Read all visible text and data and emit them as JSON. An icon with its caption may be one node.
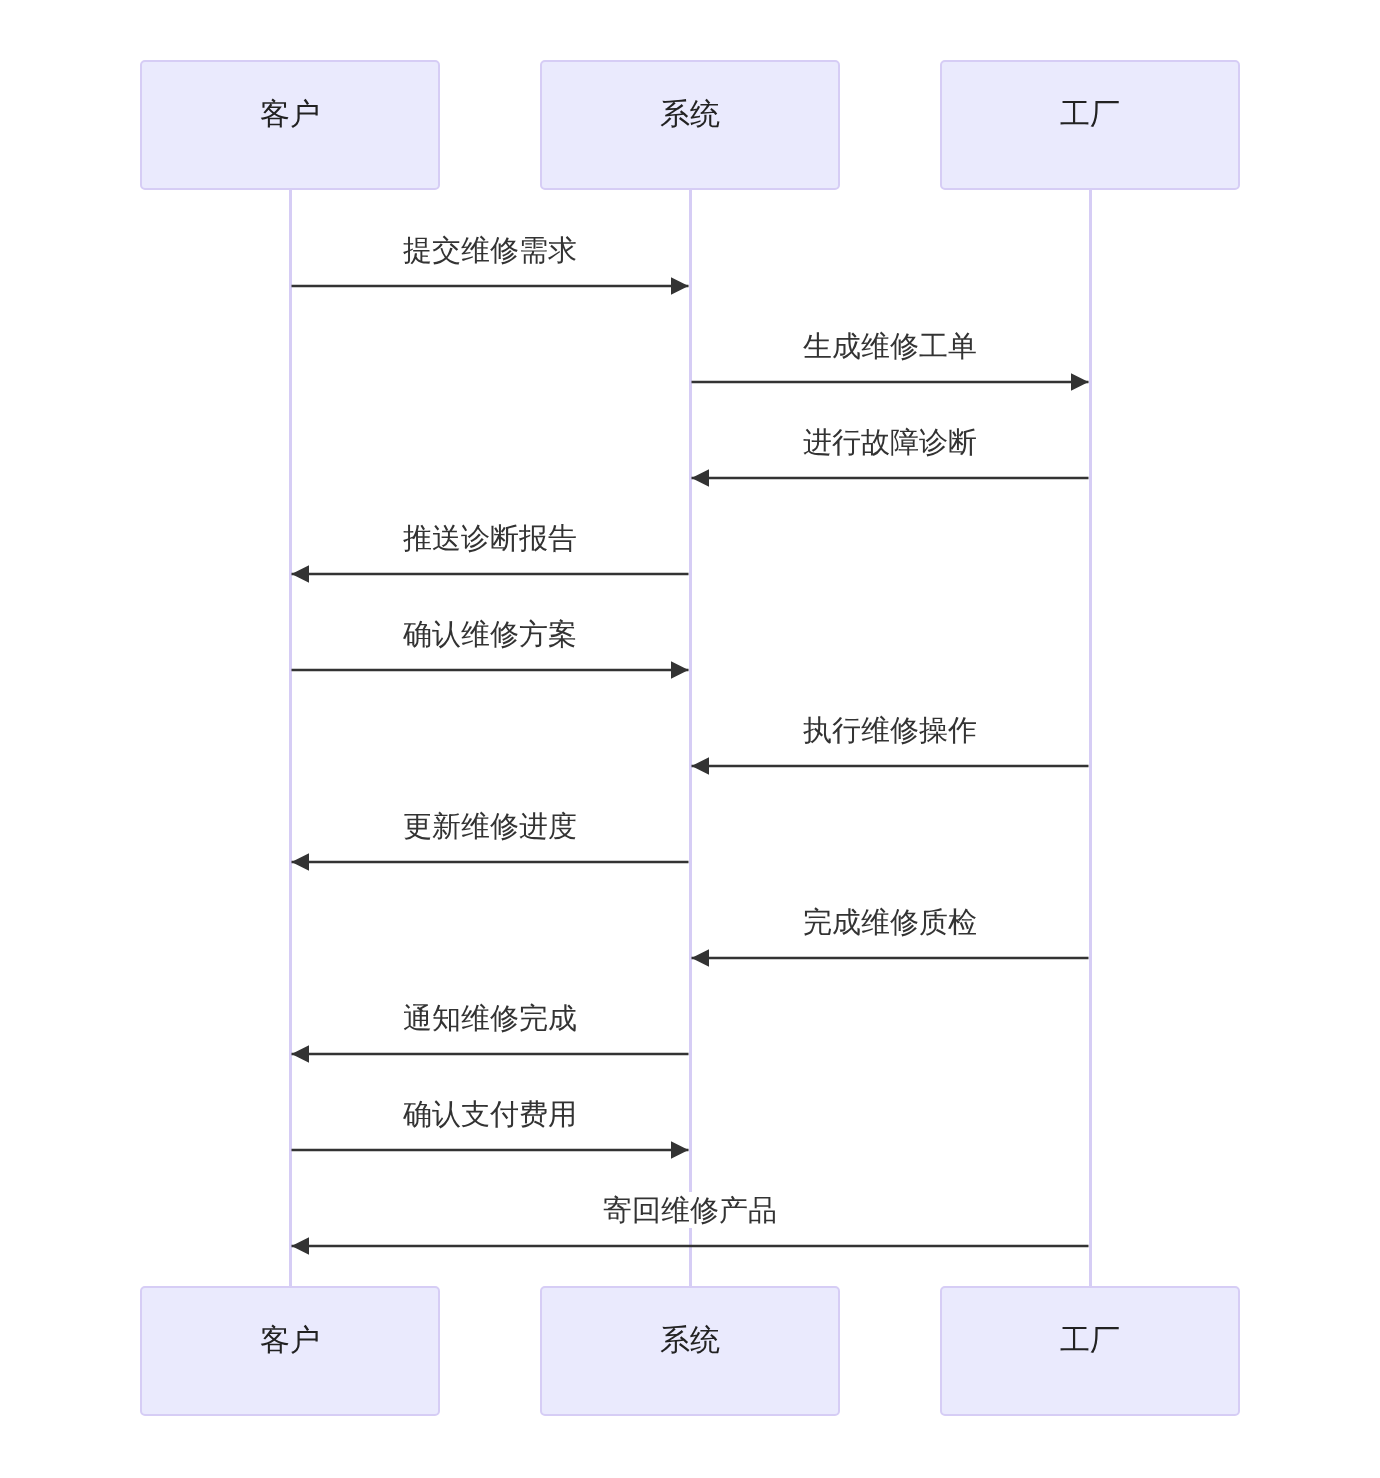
{
  "diagram": {
    "nodes": [
      {
        "text": [
          "客户"
        ]
      },
      {
        "text": [
          "系统"
        ]
      },
      {
        "text": [
          "工厂"
        ]
      },
      {
        "text": [
          "客户"
        ]
      },
      {
        "text": [
          "系统"
        ]
      },
      {
        "text": [
          "工厂"
        ]
      },
      {
        "text": [],
        "shape": "bar"
      },
      {
        "text": [],
        "shape": "bar"
      },
      {
        "text": [],
        "shape": "bar"
      }
    ],
    "edges": [
      {
        "from": 6,
        "to": 7,
        "arrow": "to",
        "label": "提交维修需求"
      },
      {
        "from": 7,
        "to": 8,
        "arrow": "to",
        "label": "生成维修工单"
      },
      {
        "from": 8,
        "to": 7,
        "arrow": "to",
        "label": "进行故障诊断"
      },
      {
        "from": 7,
        "to": 6,
        "arrow": "to",
        "label": "推送诊断报告"
      },
      {
        "from": 6,
        "to": 7,
        "arrow": "to",
        "label": "确认维修方案"
      },
      {
        "from": 8,
        "to": 7,
        "arrow": "to",
        "label": "执行维修操作"
      },
      {
        "from": 7,
        "to": 6,
        "arrow": "to",
        "label": "更新维修进度"
      },
      {
        "from": 8,
        "to": 7,
        "arrow": "to",
        "label": "完成维修质检"
      },
      {
        "from": 7,
        "to": 6,
        "arrow": "to",
        "label": "通知维修完成"
      },
      {
        "from": 6,
        "to": 7,
        "arrow": "to",
        "label": "确认支付费用"
      },
      {
        "from": 8,
        "to": 6,
        "arrow": "to",
        "label": "寄回维修产品"
      }
    ]
  }
}
